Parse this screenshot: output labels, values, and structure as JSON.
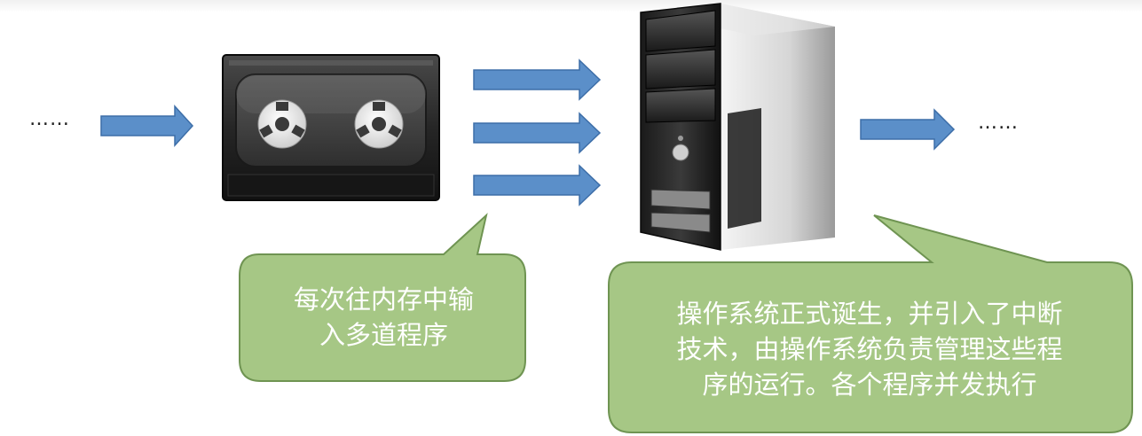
{
  "left_ellipsis": "……",
  "right_ellipsis": "……",
  "callout_left": {
    "line1": "每次往内存中输",
    "line2": "入多道程序"
  },
  "callout_right": {
    "line1": "操作系统正式诞生，并引入了中断",
    "line2": "技术，由操作系统负责管理这些程",
    "line3": "序的运行。各个程序并发执行"
  },
  "colors": {
    "arrow_fill": "#5b8fc9",
    "arrow_stroke": "#3d6ea8",
    "callout_fill": "#a6c785",
    "callout_stroke": "#6f9452",
    "tape_body": "#2b2b2b"
  },
  "icons": {
    "tape": "tape-drive-icon",
    "computer": "computer-tower-icon"
  }
}
